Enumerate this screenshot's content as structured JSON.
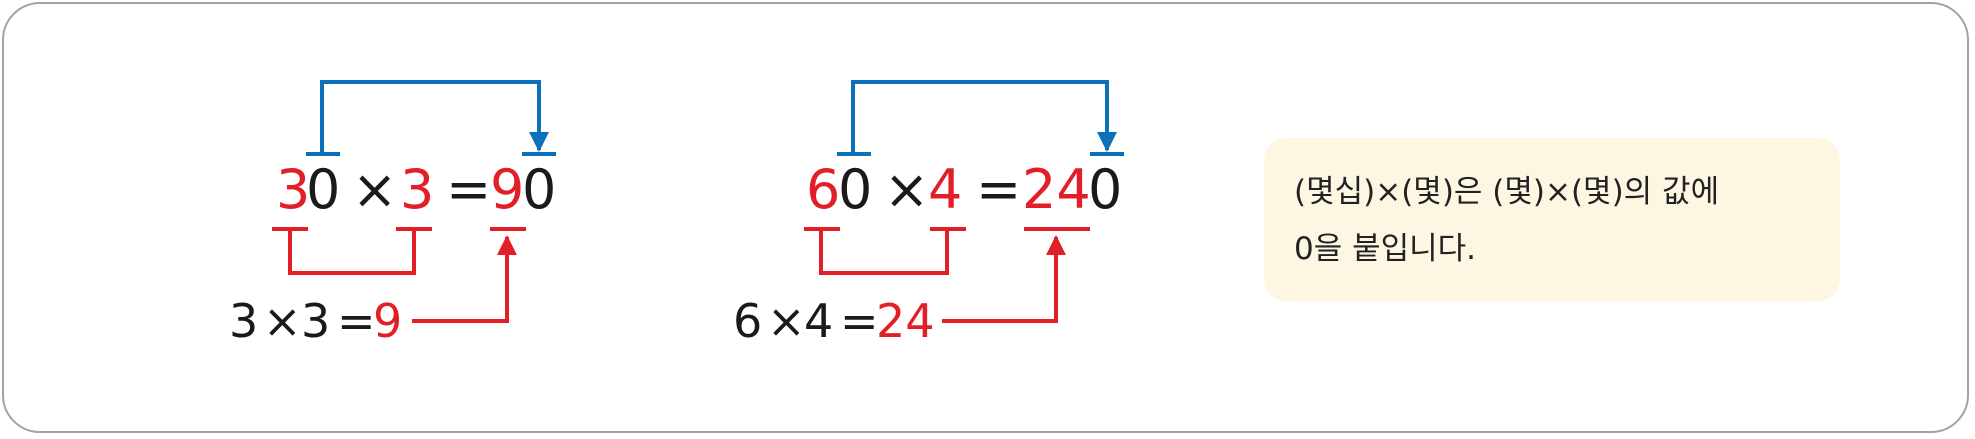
{
  "colors": {
    "red": "#e21f26",
    "blue": "#0b72b9",
    "black": "#1a1a1a",
    "note_bg": "#fdf6e3",
    "frame": "#a3a3a3"
  },
  "examples": [
    {
      "main": {
        "a_digit": "3",
        "a_zero": "0",
        "times": "×",
        "b": "3",
        "eq": "=",
        "r_digits": "9",
        "r_zero": "0"
      },
      "sub": {
        "a": "3",
        "times": "×",
        "b": "3",
        "eq": "=",
        "r": "9"
      }
    },
    {
      "main": {
        "a_digit": "6",
        "a_zero": "0",
        "times": "×",
        "b": "4",
        "eq": "=",
        "r_digits": "24",
        "r_zero": "0"
      },
      "sub": {
        "a": "6",
        "times": "×",
        "b": "4",
        "eq": "=",
        "r": "24"
      }
    }
  ],
  "note": {
    "line1": "(몇십)×(몇)은 (몇)×(몇)의 값에",
    "line2": "0을 붙입니다."
  }
}
